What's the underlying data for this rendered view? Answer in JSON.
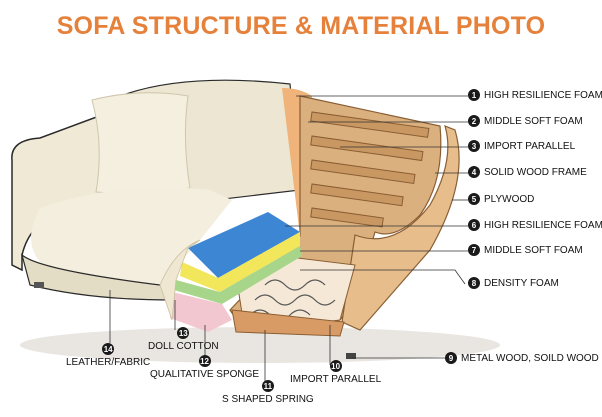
{
  "title": "SOFA STRUCTURE & MATERIAL PHOTO",
  "labels": [
    {
      "n": "1",
      "text": "HIGH RESILIENCE FOAM"
    },
    {
      "n": "2",
      "text": "MIDDLE SOFT FOAM"
    },
    {
      "n": "3",
      "text": "IMPORT PARALLEL"
    },
    {
      "n": "4",
      "text": "SOLID WOOD FRAME"
    },
    {
      "n": "5",
      "text": "PLYWOOD"
    },
    {
      "n": "6",
      "text": "HIGH RESILIENCE FOAM"
    },
    {
      "n": "7",
      "text": "MIDDLE SOFT FOAM"
    },
    {
      "n": "8",
      "text": "DENSITY FOAM"
    },
    {
      "n": "9",
      "text": "METAL WOOD, SOILD WOOD"
    },
    {
      "n": "10",
      "text": "IMPORT PARALLEL"
    },
    {
      "n": "11",
      "text": "S SHAPED SPRING"
    },
    {
      "n": "12",
      "text": "QUALITATIVE SPONGE"
    },
    {
      "n": "13",
      "text": "DOLL COTTON"
    },
    {
      "n": "14",
      "text": "LEATHER/FABRIC"
    }
  ]
}
